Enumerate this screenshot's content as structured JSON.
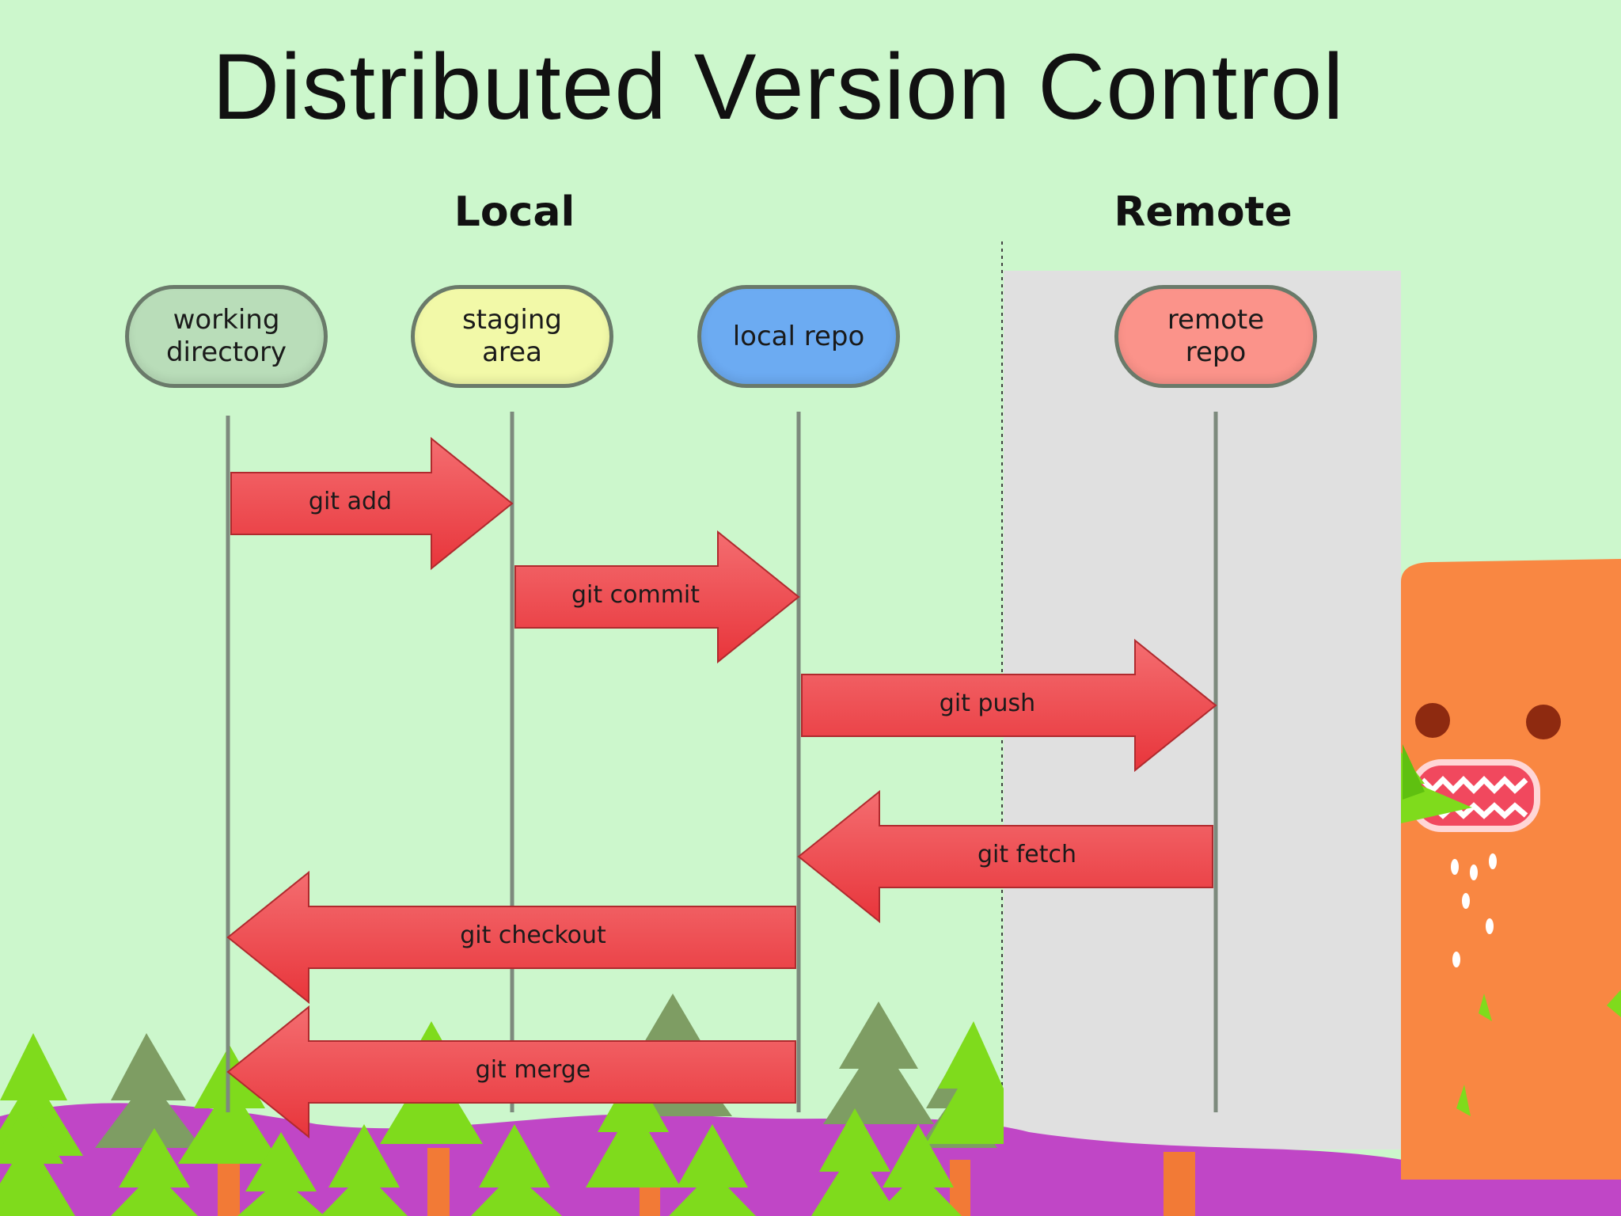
{
  "title": "Distributed Version Control",
  "sections": {
    "local": "Local",
    "remote": "Remote"
  },
  "nodes": [
    {
      "id": "working",
      "label": "working\ndirectory",
      "color": "#b9ddb9"
    },
    {
      "id": "staging",
      "label": "staging\narea",
      "color": "#f2f9a8"
    },
    {
      "id": "local_repo",
      "label": "local repo",
      "color": "#6cabf2"
    },
    {
      "id": "remote_repo",
      "label": "remote\nrepo",
      "color": "#fb938a"
    }
  ],
  "arrows": [
    {
      "label": "git add",
      "from": "working",
      "to": "staging"
    },
    {
      "label": "git commit",
      "from": "staging",
      "to": "local_repo"
    },
    {
      "label": "git push",
      "from": "local_repo",
      "to": "remote_repo"
    },
    {
      "label": "git fetch",
      "from": "remote_repo",
      "to": "local_repo"
    },
    {
      "label": "git checkout",
      "from": "local_repo",
      "to": "working"
    },
    {
      "label": "git merge",
      "from": "local_repo",
      "to": "working"
    }
  ],
  "colors": {
    "background": "#ccf7cc",
    "remote_panel": "#e0e0e0",
    "arrow_fill": "#f0474c",
    "monster": "#f98742",
    "ground": "#c046c6",
    "tree_green": "#7fdb1c",
    "tree_dark": "#7e9d63"
  }
}
